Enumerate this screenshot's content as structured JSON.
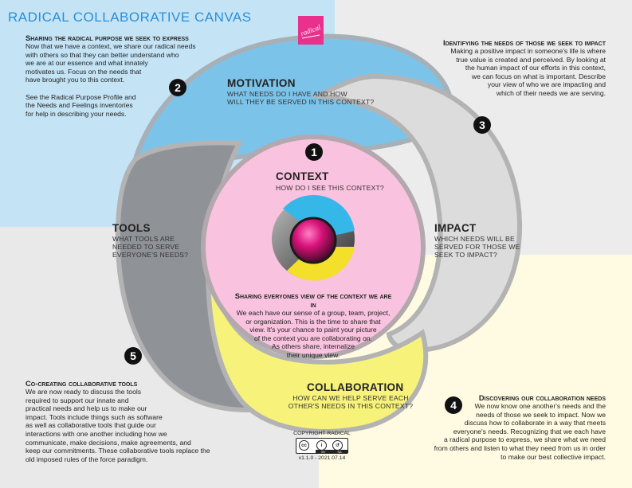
{
  "title": "RADICAL COLLABORATIVE CANVAS",
  "logo_text": "radical",
  "colors": {
    "motivation": "#7cc3ea",
    "impact": "#dcdcdc",
    "tools": "#8f9297",
    "collaboration": "#f7f27a",
    "context": "#f9c2de",
    "logo": "#e8308c",
    "title": "#2a8fd8"
  },
  "numbers": [
    "1",
    "2",
    "3",
    "4",
    "5"
  ],
  "sections": {
    "context": {
      "heading": "CONTEXT",
      "question": "HOW DO I SEE THIS CONTEXT?"
    },
    "motivation": {
      "heading": "MOTIVATION",
      "question": "WHAT NEEDS DO I HAVE AND HOW\nWILL THEY BE SERVED IN THIS CONTEXT?"
    },
    "impact": {
      "heading": "IMPACT",
      "question": "WHICH NEEDS WILL BE\nSERVED FOR THOSE WE\nSEEK TO IMPACT?"
    },
    "tools": {
      "heading": "TOOLS",
      "question": "WHAT TOOLS ARE\nNEEDED TO SERVE\nEVERYONE'S NEEDS?"
    },
    "collaboration": {
      "heading": "COLLABORATION",
      "question": "HOW CAN WE HELP SERVE EACH\nOTHER'S NEEDS IN THIS CONTEXT?"
    }
  },
  "blocks": {
    "purpose": {
      "heading": "Sharing the radical purpose we seek to express",
      "body": "Now that we have a context, we share our radical needs\nwith others so that they can better understand who\nwe are at our essence and what innately\nmotivates us. Focus on the needs that\nhave brought you to this context.\n\nSee the Radical Purpose Profile and\nthe Needs and Feelings inventories\nfor help in describing your needs."
    },
    "impact": {
      "heading": "Identifying the needs of those we seek to impact",
      "body": "Making a positive impact in someone's life is where\ntrue value is created and perceived. By looking at\nthe human impact of our efforts in this context,\nwe can focus on what is important. Describe\nyour view of who we are impacting and\nwhich of their needs we are serving."
    },
    "context": {
      "heading": "Sharing everyones view of the context we are in",
      "body": "We each have our sense of a group, team, project,\nor organization. This is the time to share that\nview. It's your chance to paint your picture\nof the context you are collaborating on.\nAs others share, internalize\ntheir unique view."
    },
    "tools": {
      "heading": "Co-creating collaborative tools",
      "body": "We are now ready to discuss the tools\nrequired to support our innate and\npractical needs and help us to make our\nimpact. Tools include things such as software\nas well as collaborative tools that guide our\ninteractions with one another including how we\ncommunicate, make decisions, make agreements, and\nkeep our commitments. These collaborative tools replace the\nold imposed rules of the force paradigm."
    },
    "collab": {
      "heading": "Discovering our collaboration needs",
      "body": "We now know one another's needs and the\nneeds of those we seek to impact. Now we\ndiscuss how to collaborate in a way that meets\neveryone's needs. Recognizing that we each have\na radical purpose to express, we share what we need\nfrom others and listen to what they need from us in order\nto make our best collective impact."
    }
  },
  "copyright": {
    "label": "COPYRIGHT RADICAL",
    "cc": "cc",
    "by": "BY",
    "sa": "SA",
    "version": "v1.1.0 - 2021.07.14"
  }
}
